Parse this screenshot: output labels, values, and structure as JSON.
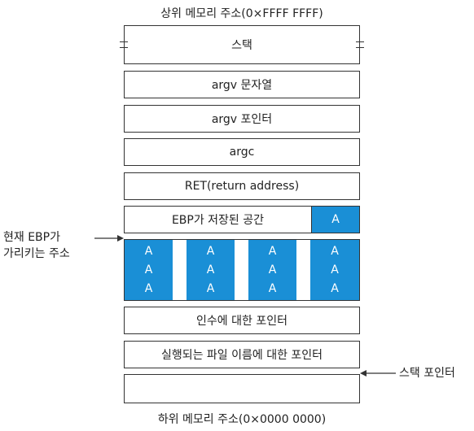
{
  "top_caption": "상위 메모리 주소(0×FFFF FFFF)",
  "bottom_caption": "하위 메모리 주소(0×0000 0000)",
  "boxes": {
    "stack": "스택",
    "argv_strings": "argv 문자열",
    "argv_pointer": "argv 포인터",
    "argc": "argc",
    "ret": "RET(return address)",
    "args_pointer": "인수에 대한 포인터",
    "exec_name_pointer": "실행되는 파일 이름에 대한 포인터"
  },
  "ebp_row": {
    "label": "EBP가 저장된 공간",
    "cell": "A"
  },
  "buffer": {
    "columns": [
      [
        "A",
        "A",
        "A"
      ],
      [
        "A",
        "A",
        "A"
      ],
      [
        "A",
        "A",
        "A"
      ],
      [
        "A",
        "A",
        "A"
      ]
    ]
  },
  "labels": {
    "current_ebp_line1": "현재 EBP가",
    "current_ebp_line2": "가리키는 주소",
    "stack_pointer": "스택 포인터"
  },
  "colors": {
    "buffer_fill": "#1a8fd6",
    "outline": "#333333"
  }
}
